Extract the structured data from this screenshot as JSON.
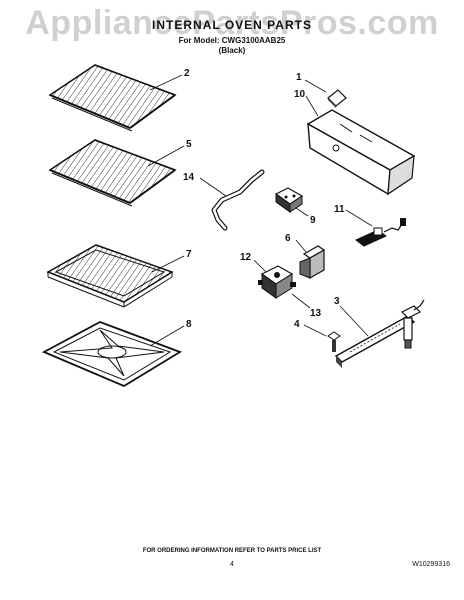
{
  "watermark": "AppliancePartsPros.com",
  "header": {
    "title": "INTERNAL OVEN PARTS",
    "model_line": "For Model: CWG3100AAB25",
    "color": "(Black)"
  },
  "callouts": [
    "1",
    "10",
    "2",
    "5",
    "14",
    "9",
    "11",
    "6",
    "7",
    "12",
    "13",
    "3",
    "4",
    "8"
  ],
  "footer": {
    "ordering_note": "FOR ORDERING INFORMATION REFER TO PARTS PRICE LIST",
    "page_number": "4",
    "document_number": "W10299316"
  },
  "colors": {
    "line": "#111111",
    "watermark": "#aaaaaa"
  }
}
